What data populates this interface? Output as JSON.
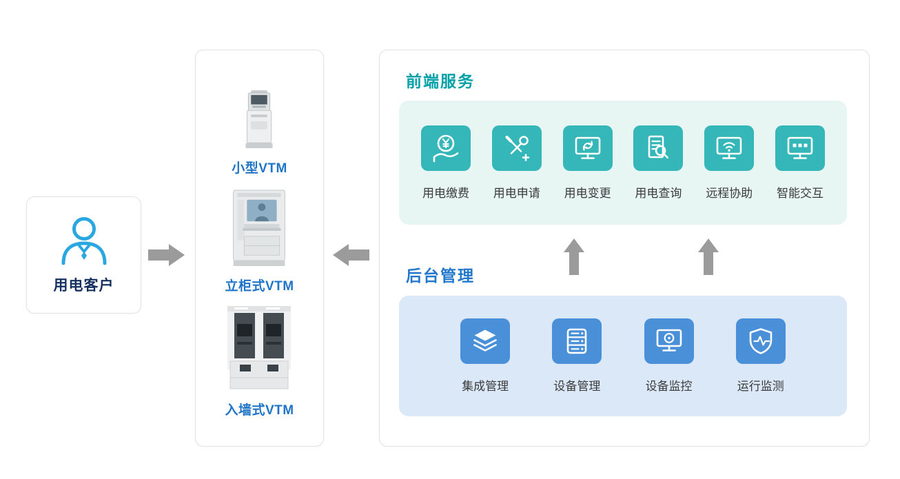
{
  "customer": {
    "label": "用电客户",
    "icon": "customer-person-icon"
  },
  "vtm_panel": {
    "items": [
      {
        "label": "小型VTM",
        "icon": "small-vtm-image"
      },
      {
        "label": "立柜式VTM",
        "icon": "cabinet-vtm-image"
      },
      {
        "label": "入墙式VTM",
        "icon": "wall-vtm-image"
      }
    ]
  },
  "frontend": {
    "title": "前端服务",
    "items": [
      {
        "label": "用电缴费",
        "icon": "payment-hand-yen-icon"
      },
      {
        "label": "用电申请",
        "icon": "apply-tools-icon"
      },
      {
        "label": "用电变更",
        "icon": "change-monitor-refresh-icon"
      },
      {
        "label": "用电查询",
        "icon": "query-document-magnifier-icon"
      },
      {
        "label": "远程协助",
        "icon": "remote-assist-wifi-icon"
      },
      {
        "label": "智能交互",
        "icon": "smart-interaction-monitor-icon"
      }
    ]
  },
  "backend": {
    "title": "后台管理",
    "items": [
      {
        "label": "集成管理",
        "icon": "layers-icon"
      },
      {
        "label": "设备管理",
        "icon": "server-icon"
      },
      {
        "label": "设备监控",
        "icon": "monitor-camera-icon"
      },
      {
        "label": "运行监测",
        "icon": "shield-pulse-icon"
      }
    ]
  },
  "colors": {
    "teal_tile": "#35b7ba",
    "blue_tile": "#4a90d9",
    "teal_box_bg": "#e7f5f3",
    "blue_box_bg": "#dbe8f8",
    "frontend_title": "#00a0a8",
    "backend_title": "#2478cc",
    "vtm_label": "#1f74c8",
    "customer_label": "#15305e",
    "person_blue": "#2aa7e0",
    "arrow_gray": "#9b9b9b",
    "item_label": "#3b3b3b",
    "card_border": "#e2e2e2"
  }
}
